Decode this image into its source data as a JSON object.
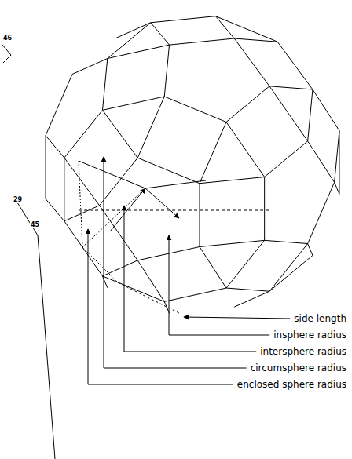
{
  "diagram": {
    "labels": [
      "side length",
      "insphere radius",
      "intersphere radius",
      "circumsphere radius",
      "enclosed sphere radius",
      "46",
      "29",
      "45"
    ]
  }
}
